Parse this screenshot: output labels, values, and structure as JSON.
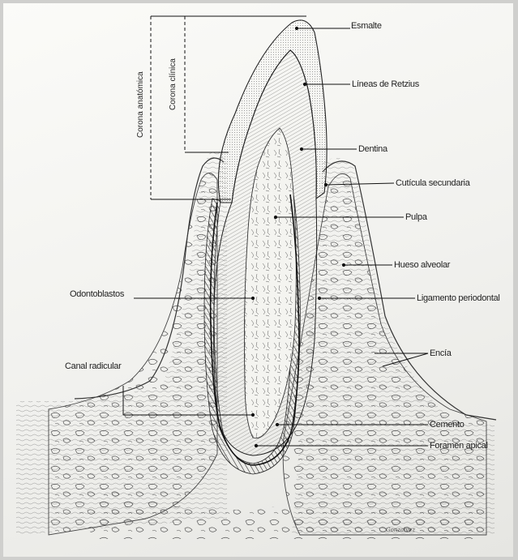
{
  "diagram": {
    "labels": {
      "esmalte": "Esmalte",
      "lineas_retzius": "Líneas de Retzius",
      "dentina": "Dentina",
      "cuticula_secundaria": "Cutícula secundaria",
      "pulpa": "Pulpa",
      "hueso_alveolar": "Hueso alveolar",
      "odontoblastos": "Odontoblastos",
      "ligamento_periodontal": "Ligamento periodontal",
      "encia": "Encía",
      "canal_radicular": "Canal radicular",
      "cemento": "Cemento",
      "foramen_apical": "Foramen apical",
      "corona_anatomica": "Corona anatómica",
      "corona_clinica": "Corona clínica"
    },
    "signature": "Gonzalvez"
  }
}
